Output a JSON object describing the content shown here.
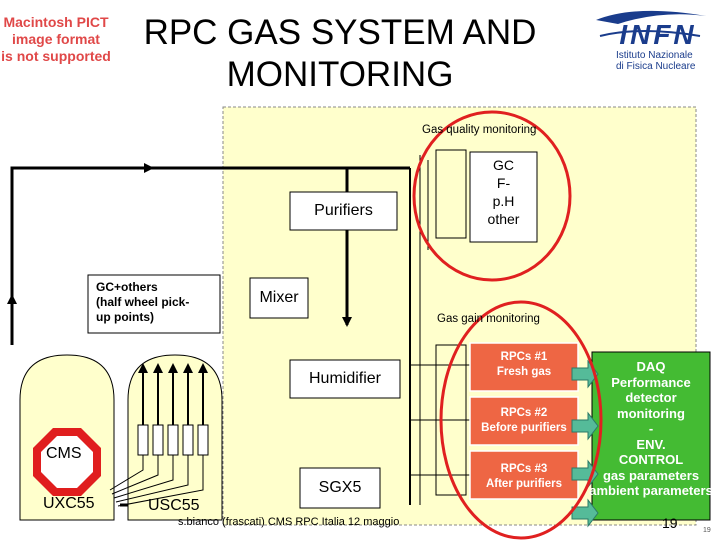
{
  "header": {
    "pict_notice": [
      "Macintosh PICT",
      "image format",
      "is not supported"
    ],
    "title_lines": [
      "RPC GAS SYSTEM AND",
      "MONITORING"
    ],
    "logo": {
      "letters": "INFN",
      "subtitle_lines": [
        "Istituto Nazionale",
        "di Fisica Nucleare"
      ]
    }
  },
  "labels": {
    "gas_quality": "Gas quality monitoring",
    "gas_gain": "Gas gain monitoring"
  },
  "boxes": {
    "gc_list": [
      "GC",
      "F-",
      "p.H",
      "other"
    ],
    "purifiers": "Purifiers",
    "gc_others": [
      "GC+others",
      "(half wheel pick-",
      "up points)"
    ],
    "mixer": "Mixer",
    "humidifier": "Humidifier",
    "sgx5": "SGX5",
    "rpc1": [
      "RPCs #1",
      "Fresh gas"
    ],
    "rpc2": [
      "RPCs #2",
      "Before purifiers"
    ],
    "rpc3": [
      "RPCs #3",
      "After purifiers"
    ],
    "daq": [
      "DAQ",
      "Performance",
      "detector",
      "monitoring",
      "-",
      "ENV.",
      "CONTROL",
      "gas parameters",
      "ambient parameters"
    ]
  },
  "sites": {
    "cms": "CMS",
    "uxc55": "UXC55",
    "usc55": "USC55"
  },
  "footer": {
    "credit": "s.bianco (frascati) CMS RPC Italia 12 maggio",
    "page": "19",
    "page_small": "19"
  },
  "colors": {
    "zone_fill": "#ffffcc",
    "rpc_fill": "#ee6644",
    "daq_fill": "#44bb33",
    "arrow_fill": "#55bb99",
    "circle": "#e02020",
    "octagon": "#e01e1e"
  }
}
